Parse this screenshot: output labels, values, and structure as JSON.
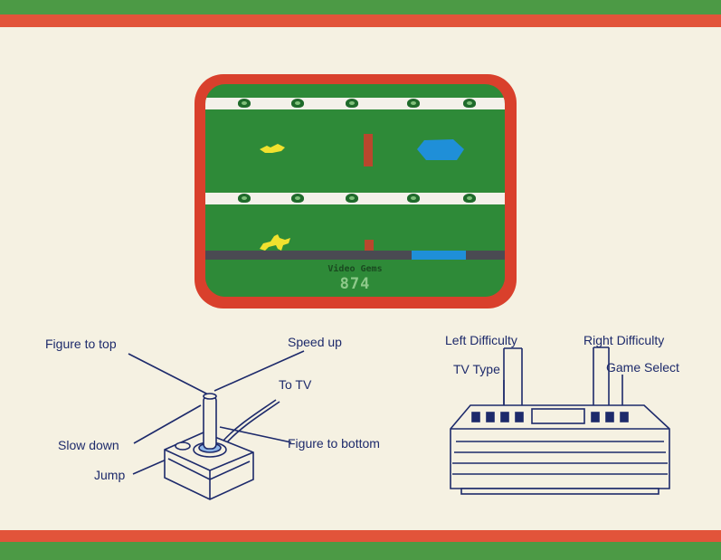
{
  "game": {
    "hud_title": "Video Gems",
    "score": "874"
  },
  "joystick": {
    "labels": {
      "figure_to_top": "Figure to top",
      "speed_up": "Speed up",
      "to_tv": "To TV",
      "slow_down": "Slow down",
      "figure_to_bottom": "Figure to bottom",
      "jump": "Jump"
    }
  },
  "console": {
    "labels": {
      "left_difficulty": "Left Difficulty",
      "right_difficulty": "Right Difficulty",
      "tv_type": "TV Type",
      "game_select": "Game Select"
    }
  },
  "colors": {
    "green_band": "#4c9a45",
    "red_stripe": "#e2543a",
    "tv_frame": "#d9402c",
    "field": "#2e8a38",
    "ink": "#1d2a6b"
  }
}
